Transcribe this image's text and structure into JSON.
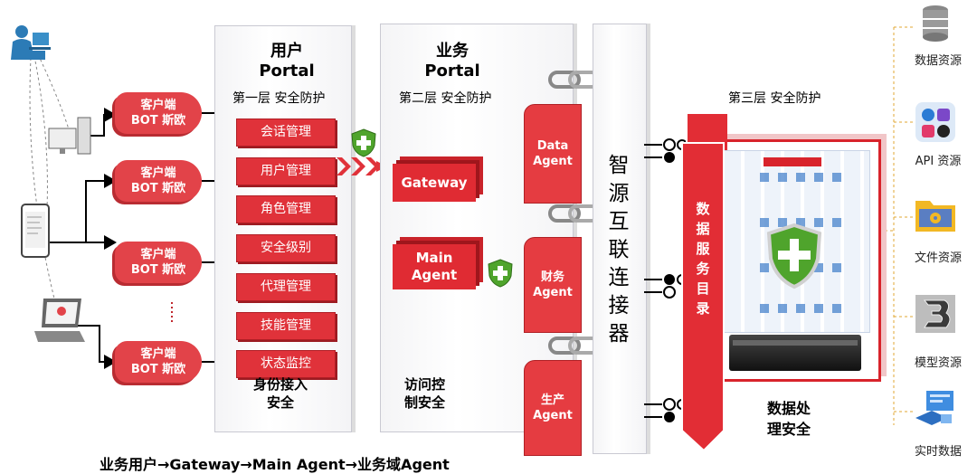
{
  "portal_user": {
    "title_line1": "用户",
    "title_line2": "Portal",
    "layer": "第一层 安全防护",
    "bottom": "身份接入\n安全"
  },
  "portal_business": {
    "title_line1": "业务",
    "title_line2": "Portal",
    "layer": "第二层 安全防护",
    "bottom": "访问控\n制安全"
  },
  "layer3": {
    "label": "第三层 安全防护"
  },
  "clients": [
    {
      "line1": "客户端",
      "line2": "BOT 斯欧"
    },
    {
      "line1": "客户端",
      "line2": "BOT 斯欧"
    },
    {
      "line1": "客户端",
      "line2": "BOT 斯欧"
    },
    {
      "line1": "客户端",
      "line2": "BOT 斯欧"
    }
  ],
  "modules": [
    "会话管理",
    "用户管理",
    "角色管理",
    "安全级别",
    "代理管理",
    "技能管理",
    "状态监控"
  ],
  "gateway": {
    "label": "Gateway"
  },
  "main_agent": {
    "line1": "Main",
    "line2": "Agent"
  },
  "agents": [
    {
      "line1": "Data",
      "line2": "Agent"
    },
    {
      "line1": "财务",
      "line2": "Agent"
    },
    {
      "line1": "生产",
      "line2": "Agent"
    }
  ],
  "connector": {
    "label": "智源互联连接器"
  },
  "catalog": {
    "label": "数据服务目录"
  },
  "data_security": {
    "label": "数据处\n理安全"
  },
  "resources": [
    "数据资源",
    "API 资源",
    "文件资源",
    "模型资源",
    "实时数据"
  ],
  "footer": {
    "label": "业务用户→Gateway→Main Agent→业务域Agent"
  },
  "colors": {
    "accent": "#e0323a",
    "dark_red": "#b01e25",
    "shield_green": "#4fa42c"
  },
  "icons": [
    "user-at-desk-icon",
    "desktop-computer-icon",
    "phone-icon",
    "laptop-icon",
    "shield-plus-icon",
    "chain-link-icon",
    "plug-icon",
    "database-icon",
    "api-apps-icon",
    "folder-gear-icon",
    "model-3d-icon",
    "realtime-screen-icon"
  ]
}
